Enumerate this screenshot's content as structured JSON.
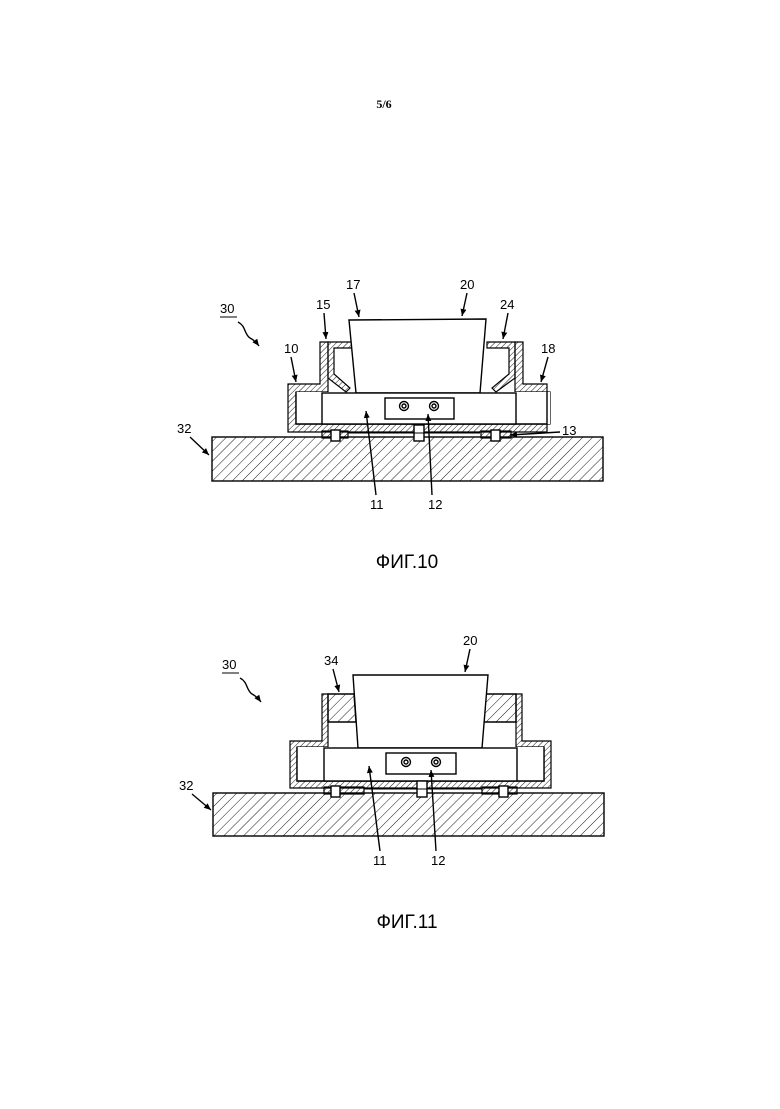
{
  "page_number": "5/6",
  "figures": [
    {
      "caption": "ФИГ.10",
      "labels": {
        "assembly": "30",
        "base": "32",
        "frame_left": "10",
        "flange": "15",
        "body": "17",
        "top": "20",
        "flange_right": "24",
        "frame_right": "18",
        "clip": "13",
        "plate": "11",
        "screws": "12"
      }
    },
    {
      "caption": "ФИГ.11",
      "labels": {
        "assembly": "30",
        "insert": "34",
        "top": "20",
        "base": "32",
        "plate": "11",
        "screws": "12"
      }
    }
  ]
}
